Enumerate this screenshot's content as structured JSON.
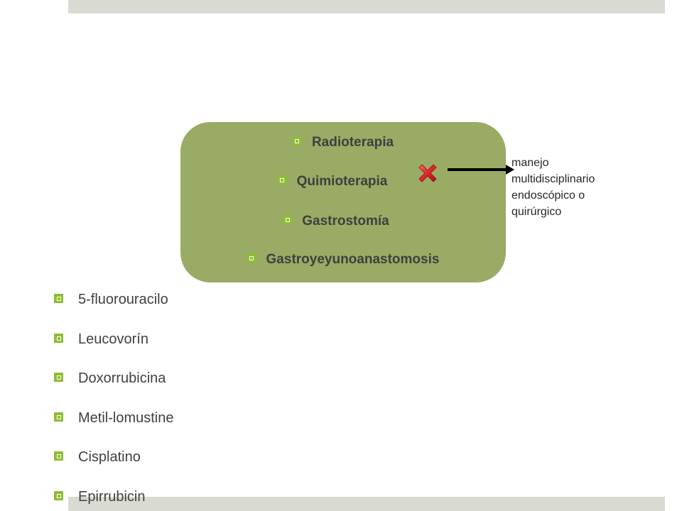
{
  "treatments": [
    {
      "label": "Radioterapia"
    },
    {
      "label": "Quimioterapia"
    },
    {
      "label": "Gastrostomía"
    },
    {
      "label": "Gastroyeyunoanastomosis"
    }
  ],
  "drugs": [
    {
      "label": "5-fluorouracilo"
    },
    {
      "label": "Leucovorín"
    },
    {
      "label": "Doxorrubicina"
    },
    {
      "label": "Metil-lomustine"
    },
    {
      "label": "Cisplatino"
    },
    {
      "label": "Epirrubicin"
    }
  ],
  "side_note": "manejo\nmultidisciplinario\nendoscópico o\nquirúrgico",
  "colors": {
    "box": "#9aab65",
    "bullet": "#8fbc34",
    "x_mark": "#e0262a",
    "bars": "#d9dbd2"
  },
  "icons": {
    "x_mark": "red-x-icon",
    "arrow": "right-arrow-icon",
    "bullet": "square-bullet-icon"
  }
}
